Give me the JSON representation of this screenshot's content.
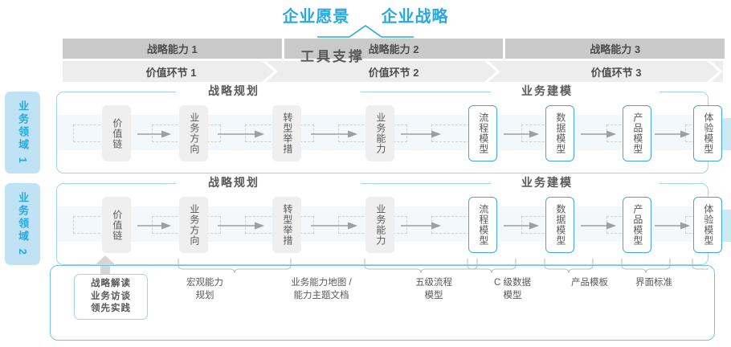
{
  "header": {
    "title_vision": "企业愿景",
    "title_strategy": "企业战略",
    "accent_color": "#27A8E0"
  },
  "capability_bar": {
    "items": [
      {
        "label": "战略能力 1"
      },
      {
        "label": "战略能力 2"
      },
      {
        "label": "战略能力 3"
      }
    ]
  },
  "value_chain_bar": {
    "items": [
      {
        "label": "价值环节 1"
      },
      {
        "label": "价值环节 2"
      },
      {
        "label": "价值环节 3"
      }
    ]
  },
  "side_tabs": [
    {
      "label": "业务领域 1"
    },
    {
      "label": "业务领域 2"
    }
  ],
  "rows": [
    {
      "section_left": "战略规划",
      "section_right": "业务建模",
      "cards_left": [
        "价值链",
        "业务方向",
        "转型举措",
        "业务能力"
      ],
      "cards_right": [
        "流程模型",
        "数据模型",
        "产品模型",
        "体验模型"
      ]
    },
    {
      "section_left": "战略规划",
      "section_right": "业务建模",
      "cards_left": [
        "价值链",
        "业务方向",
        "转型举措",
        "业务能力"
      ],
      "cards_right": [
        "流程模型",
        "数据模型",
        "产品模型",
        "体验模型"
      ]
    }
  ],
  "tools": {
    "highlight_box": [
      "战略解读",
      "业务访谈",
      "领先实践"
    ],
    "labels": [
      {
        "line1": "宏观能力",
        "line2": "规划"
      },
      {
        "line1": "业务能力地图 /",
        "line2": "能力主题文档"
      },
      {
        "line1": "五级流程",
        "line2": "模型"
      },
      {
        "line1": "C 级数据",
        "line2": "模型"
      },
      {
        "line1": "产品模板",
        "line2": ""
      },
      {
        "line1": "界面标准",
        "line2": ""
      }
    ],
    "footer_title": "工具支撑"
  }
}
